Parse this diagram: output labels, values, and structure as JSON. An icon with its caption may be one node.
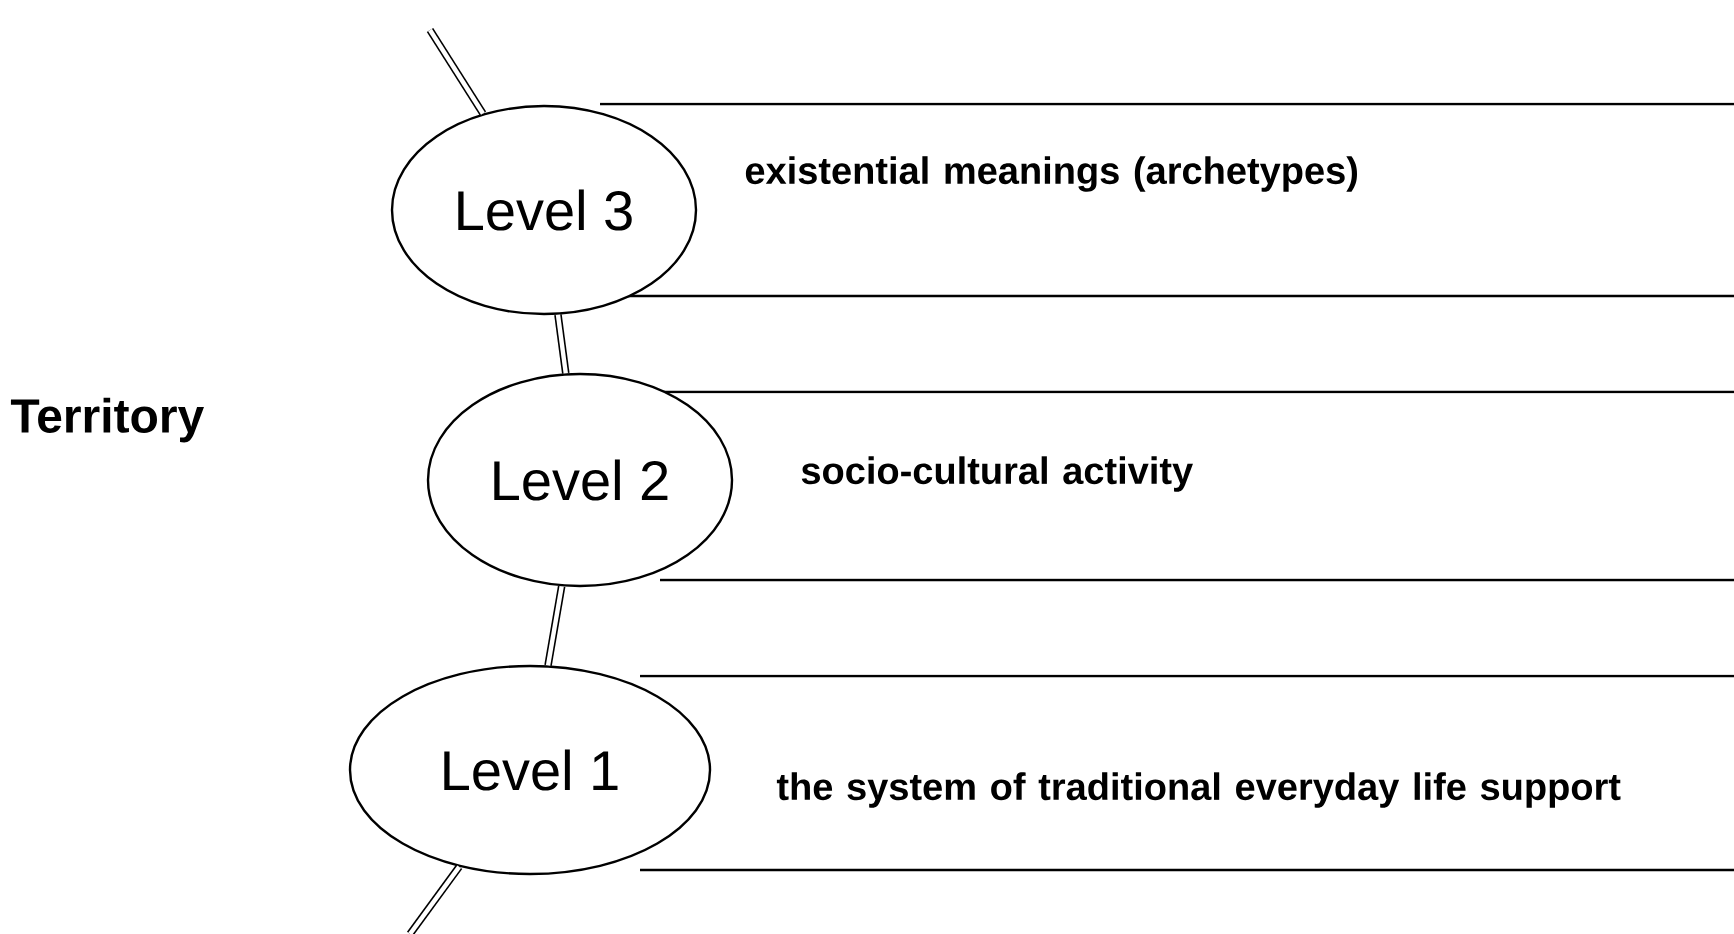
{
  "diagram": {
    "nodes": [
      {
        "text": [
          "Level 3"
        ]
      },
      {
        "text": [
          "existential meanings (archetypes)"
        ]
      },
      {
        "text": [
          "Level 2"
        ]
      },
      {
        "text": [
          "socio-cultural activity"
        ]
      },
      {
        "text": [
          "Level 1"
        ]
      },
      {
        "text": [
          "the system of traditional everyday life support"
        ]
      }
    ],
    "edges": [
      {
        "from": null,
        "to": 0,
        "arrow": "none"
      },
      {
        "from": 0,
        "to": 2,
        "arrow": "none"
      },
      {
        "from": 2,
        "to": 4,
        "arrow": "none"
      },
      {
        "from": 4,
        "to": null,
        "arrow": "none"
      }
    ],
    "labels": [
      "Territory"
    ]
  }
}
